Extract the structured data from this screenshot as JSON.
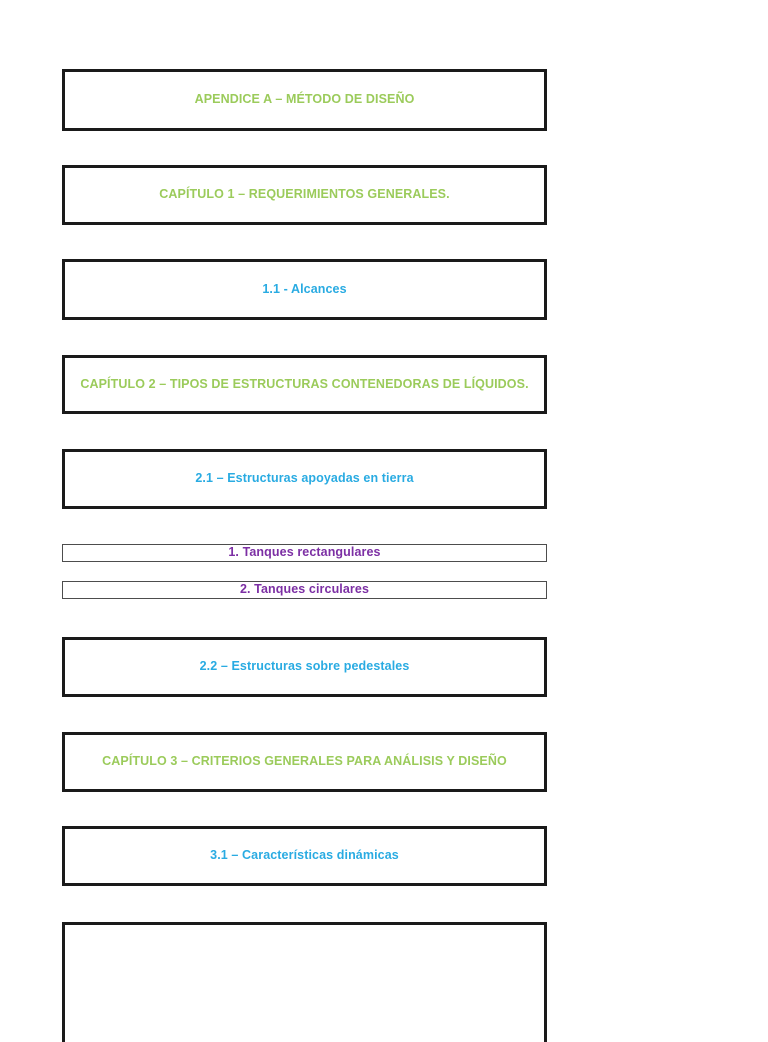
{
  "document": {
    "title": "APENDICE A – MÉTODO DE DISEÑO",
    "colors": {
      "chapter_green": "#9BCB5B",
      "section_blue": "#29ABE2",
      "item_purple": "#7C2FA4",
      "box_border": "#1a1a1a",
      "thin_box_border": "#4d4d4d",
      "page_background": "#ffffff"
    }
  },
  "blocks": [
    {
      "id": "apendice-a",
      "label": "APENDICE A – MÉTODO DE DISEÑO",
      "level": "appendix",
      "style": "green-thick"
    },
    {
      "id": "capitulo-1",
      "label": "CAPÍTULO 1 – REQUERIMIENTOS GENERALES.",
      "level": "chapter",
      "style": "green-thick"
    },
    {
      "id": "seccion-1-1",
      "label": "1.1 - Alcances",
      "level": "section",
      "style": "blue-thick"
    },
    {
      "id": "capitulo-2",
      "label": "CAPÍTULO 2 – TIPOS DE ESTRUCTURAS CONTENEDORAS DE LÍQUIDOS.",
      "level": "chapter",
      "style": "green-thick"
    },
    {
      "id": "seccion-2-1",
      "label": "2.1 – Estructuras apoyadas en tierra",
      "level": "section",
      "style": "blue-thick"
    },
    {
      "id": "item-2-1-1",
      "label": "1. Tanques rectangulares",
      "level": "item",
      "style": "purple-thin"
    },
    {
      "id": "item-2-1-2",
      "label": "2. Tanques circulares",
      "level": "item",
      "style": "purple-thin"
    },
    {
      "id": "seccion-2-2",
      "label": "2.2 – Estructuras sobre pedestales",
      "level": "section",
      "style": "blue-thick"
    },
    {
      "id": "capitulo-3",
      "label": "CAPÍTULO 3 – CRITERIOS GENERALES PARA ANÁLISIS Y DISEÑO",
      "level": "chapter",
      "style": "green-thick"
    },
    {
      "id": "seccion-3-1",
      "label": "3.1 – Características dinámicas",
      "level": "section",
      "style": "blue-thick"
    },
    {
      "id": "partial-next",
      "label": "",
      "level": "partial",
      "style": "empty-thick"
    }
  ]
}
